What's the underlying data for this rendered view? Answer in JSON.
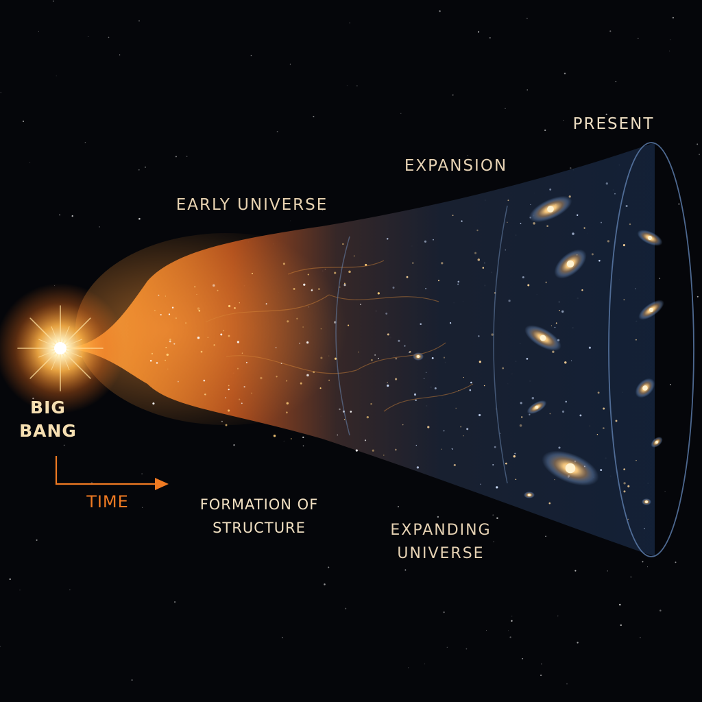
{
  "labels": {
    "big_bang": "BIG\nBANG",
    "time": "TIME",
    "early_universe": "EARLY UNIVERSE",
    "formation_of_structure": "FORMATION OF\nSTRUCTURE",
    "expansion": "EXPANSION",
    "expanding_universe": "EXPANDING\nUNIVERSE",
    "present": "PRESENT"
  },
  "colors": {
    "background": "#05060a",
    "big_bang_glow": "#ffb347",
    "hot_early": "#f07a22",
    "cool_late": "#14233a",
    "cone_edge": "#5a7aa8",
    "time_arrow": "#f07a22",
    "galaxy_core": "#f3c47a",
    "galaxy_arm": "#7fa2d6"
  },
  "icons": {
    "big_bang": "burst-icon",
    "time_arrow": "arrow-right-icon",
    "galaxy": "spiral-galaxy-icon"
  }
}
